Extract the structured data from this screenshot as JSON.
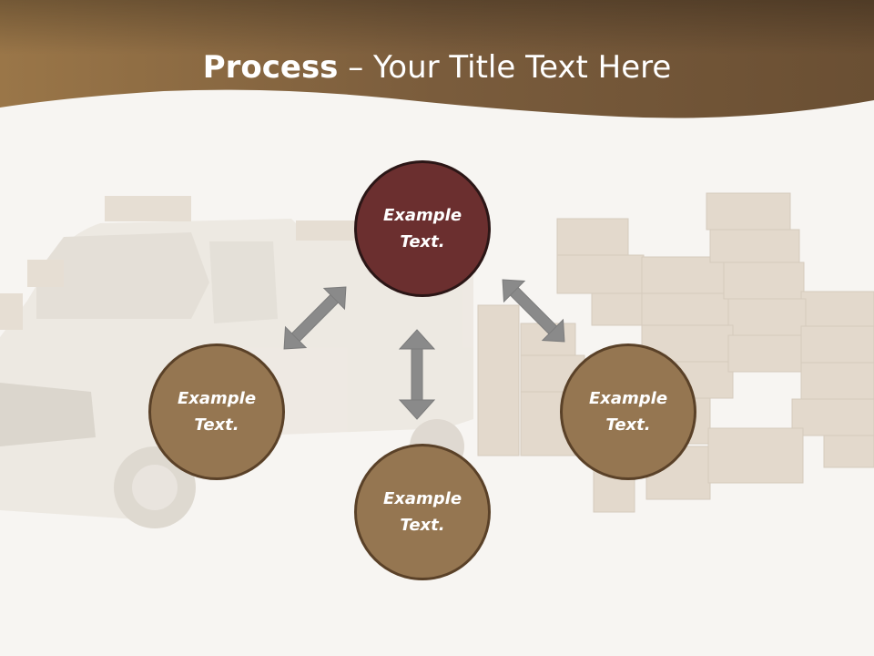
{
  "slide": {
    "title_bold": "Process",
    "title_rest": " – Your Title Text Here"
  },
  "nodes": {
    "top": "Example\nText.",
    "left": "Example\nText.",
    "right": "Example\nText.",
    "bottom": "Example\nText."
  },
  "colors": {
    "header_band": "#8c6a45",
    "node_primary": "#6b2f2f",
    "node_secondary": "#957651",
    "node_border": "#5a4128",
    "arrow": "#8a8a8a"
  },
  "background": {
    "subject": "delivery-van-and-cardboard-boxes"
  }
}
